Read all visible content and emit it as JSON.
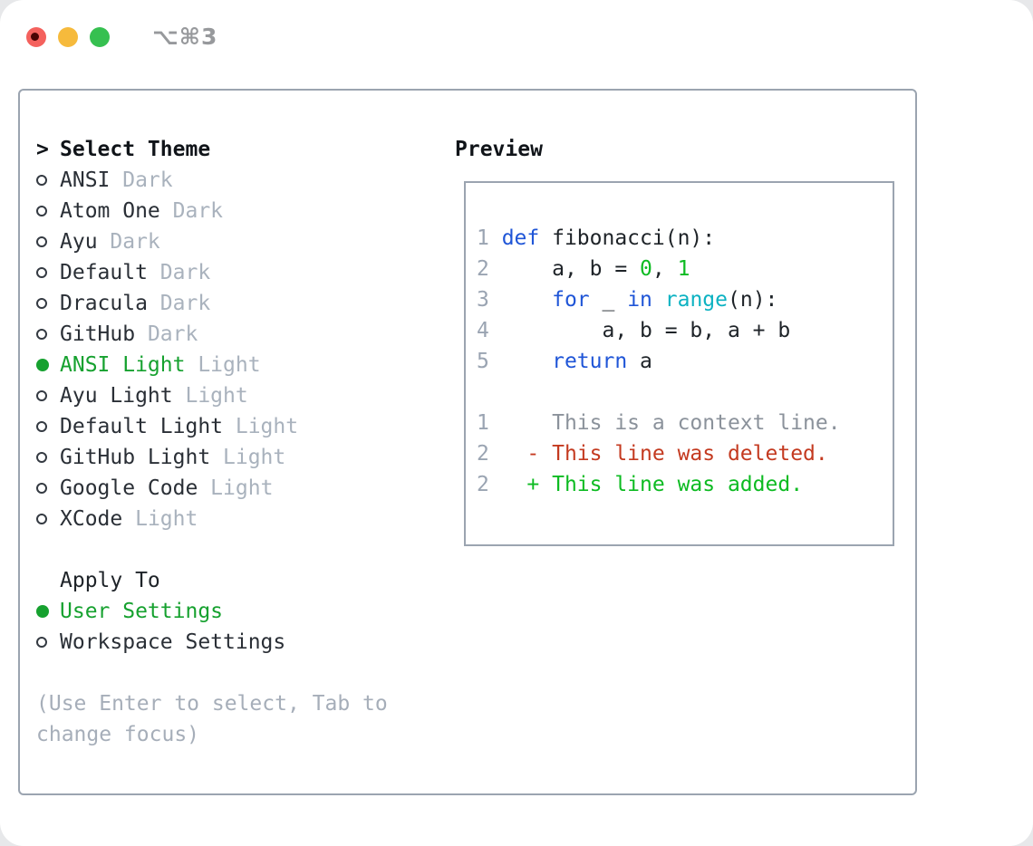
{
  "window": {
    "title": "⌥⌘3",
    "buttons": [
      "close",
      "minimize",
      "zoom"
    ]
  },
  "theme_list": {
    "prompt": ">",
    "header": "Select Theme",
    "items": [
      {
        "name": "ANSI",
        "variant": "Dark",
        "selected": false
      },
      {
        "name": "Atom One",
        "variant": "Dark",
        "selected": false
      },
      {
        "name": "Ayu",
        "variant": "Dark",
        "selected": false
      },
      {
        "name": "Default",
        "variant": "Dark",
        "selected": false
      },
      {
        "name": "Dracula",
        "variant": "Dark",
        "selected": false
      },
      {
        "name": "GitHub",
        "variant": "Dark",
        "selected": false
      },
      {
        "name": "ANSI Light",
        "variant": "Light",
        "selected": true
      },
      {
        "name": "Ayu Light",
        "variant": "Light",
        "selected": false
      },
      {
        "name": "Default Light",
        "variant": "Light",
        "selected": false
      },
      {
        "name": "GitHub Light",
        "variant": "Light",
        "selected": false
      },
      {
        "name": "Google Code",
        "variant": "Light",
        "selected": false
      },
      {
        "name": "XCode",
        "variant": "Light",
        "selected": false
      }
    ]
  },
  "apply_to": {
    "header": "Apply To",
    "options": [
      {
        "label": "User Settings",
        "selected": true
      },
      {
        "label": "Workspace Settings",
        "selected": false
      }
    ]
  },
  "help_text": "(Use Enter to select, Tab to change focus)",
  "preview": {
    "header": "Preview",
    "lines": [
      [
        {
          "t": "1 ",
          "c": "ln"
        },
        {
          "t": "def",
          "c": "kw"
        },
        {
          "t": " fibonacci(n):",
          "c": "fg"
        }
      ],
      [
        {
          "t": "2 ",
          "c": "ln"
        },
        {
          "t": "    a, b = ",
          "c": "fg"
        },
        {
          "t": "0",
          "c": "num"
        },
        {
          "t": ", ",
          "c": "fg"
        },
        {
          "t": "1",
          "c": "num"
        }
      ],
      [
        {
          "t": "3 ",
          "c": "ln"
        },
        {
          "t": "    ",
          "c": "fg"
        },
        {
          "t": "for",
          "c": "kw"
        },
        {
          "t": " _ ",
          "c": "fg"
        },
        {
          "t": "in",
          "c": "kw"
        },
        {
          "t": " ",
          "c": "fg"
        },
        {
          "t": "range",
          "c": "fn"
        },
        {
          "t": "(n):",
          "c": "fg"
        }
      ],
      [
        {
          "t": "4 ",
          "c": "ln"
        },
        {
          "t": "        a, b = b, a + b",
          "c": "fg"
        }
      ],
      [
        {
          "t": "5 ",
          "c": "ln"
        },
        {
          "t": "    ",
          "c": "fg"
        },
        {
          "t": "return",
          "c": "kw"
        },
        {
          "t": " a",
          "c": "fg"
        }
      ],
      [],
      [
        {
          "t": "1 ",
          "c": "ln"
        },
        {
          "t": "    This is a context line.",
          "c": "ctx"
        }
      ],
      [
        {
          "t": "2 ",
          "c": "ln"
        },
        {
          "t": "  - This line was deleted.",
          "c": "del"
        }
      ],
      [
        {
          "t": "2 ",
          "c": "ln"
        },
        {
          "t": "  + This line was added.",
          "c": "add"
        }
      ]
    ]
  },
  "colors": {
    "selected_green": "#16a12f",
    "added_green": "#0dbb22",
    "deleted_red": "#c43a20",
    "keyword_blue": "#1f55d7",
    "function_cyan": "#0cb2c2",
    "muted_gray": "#a9b2bd",
    "border_gray": "#9ba4b0",
    "traffic_red": "#f4615d",
    "traffic_yellow": "#f6ba3c",
    "traffic_green": "#36c050"
  }
}
